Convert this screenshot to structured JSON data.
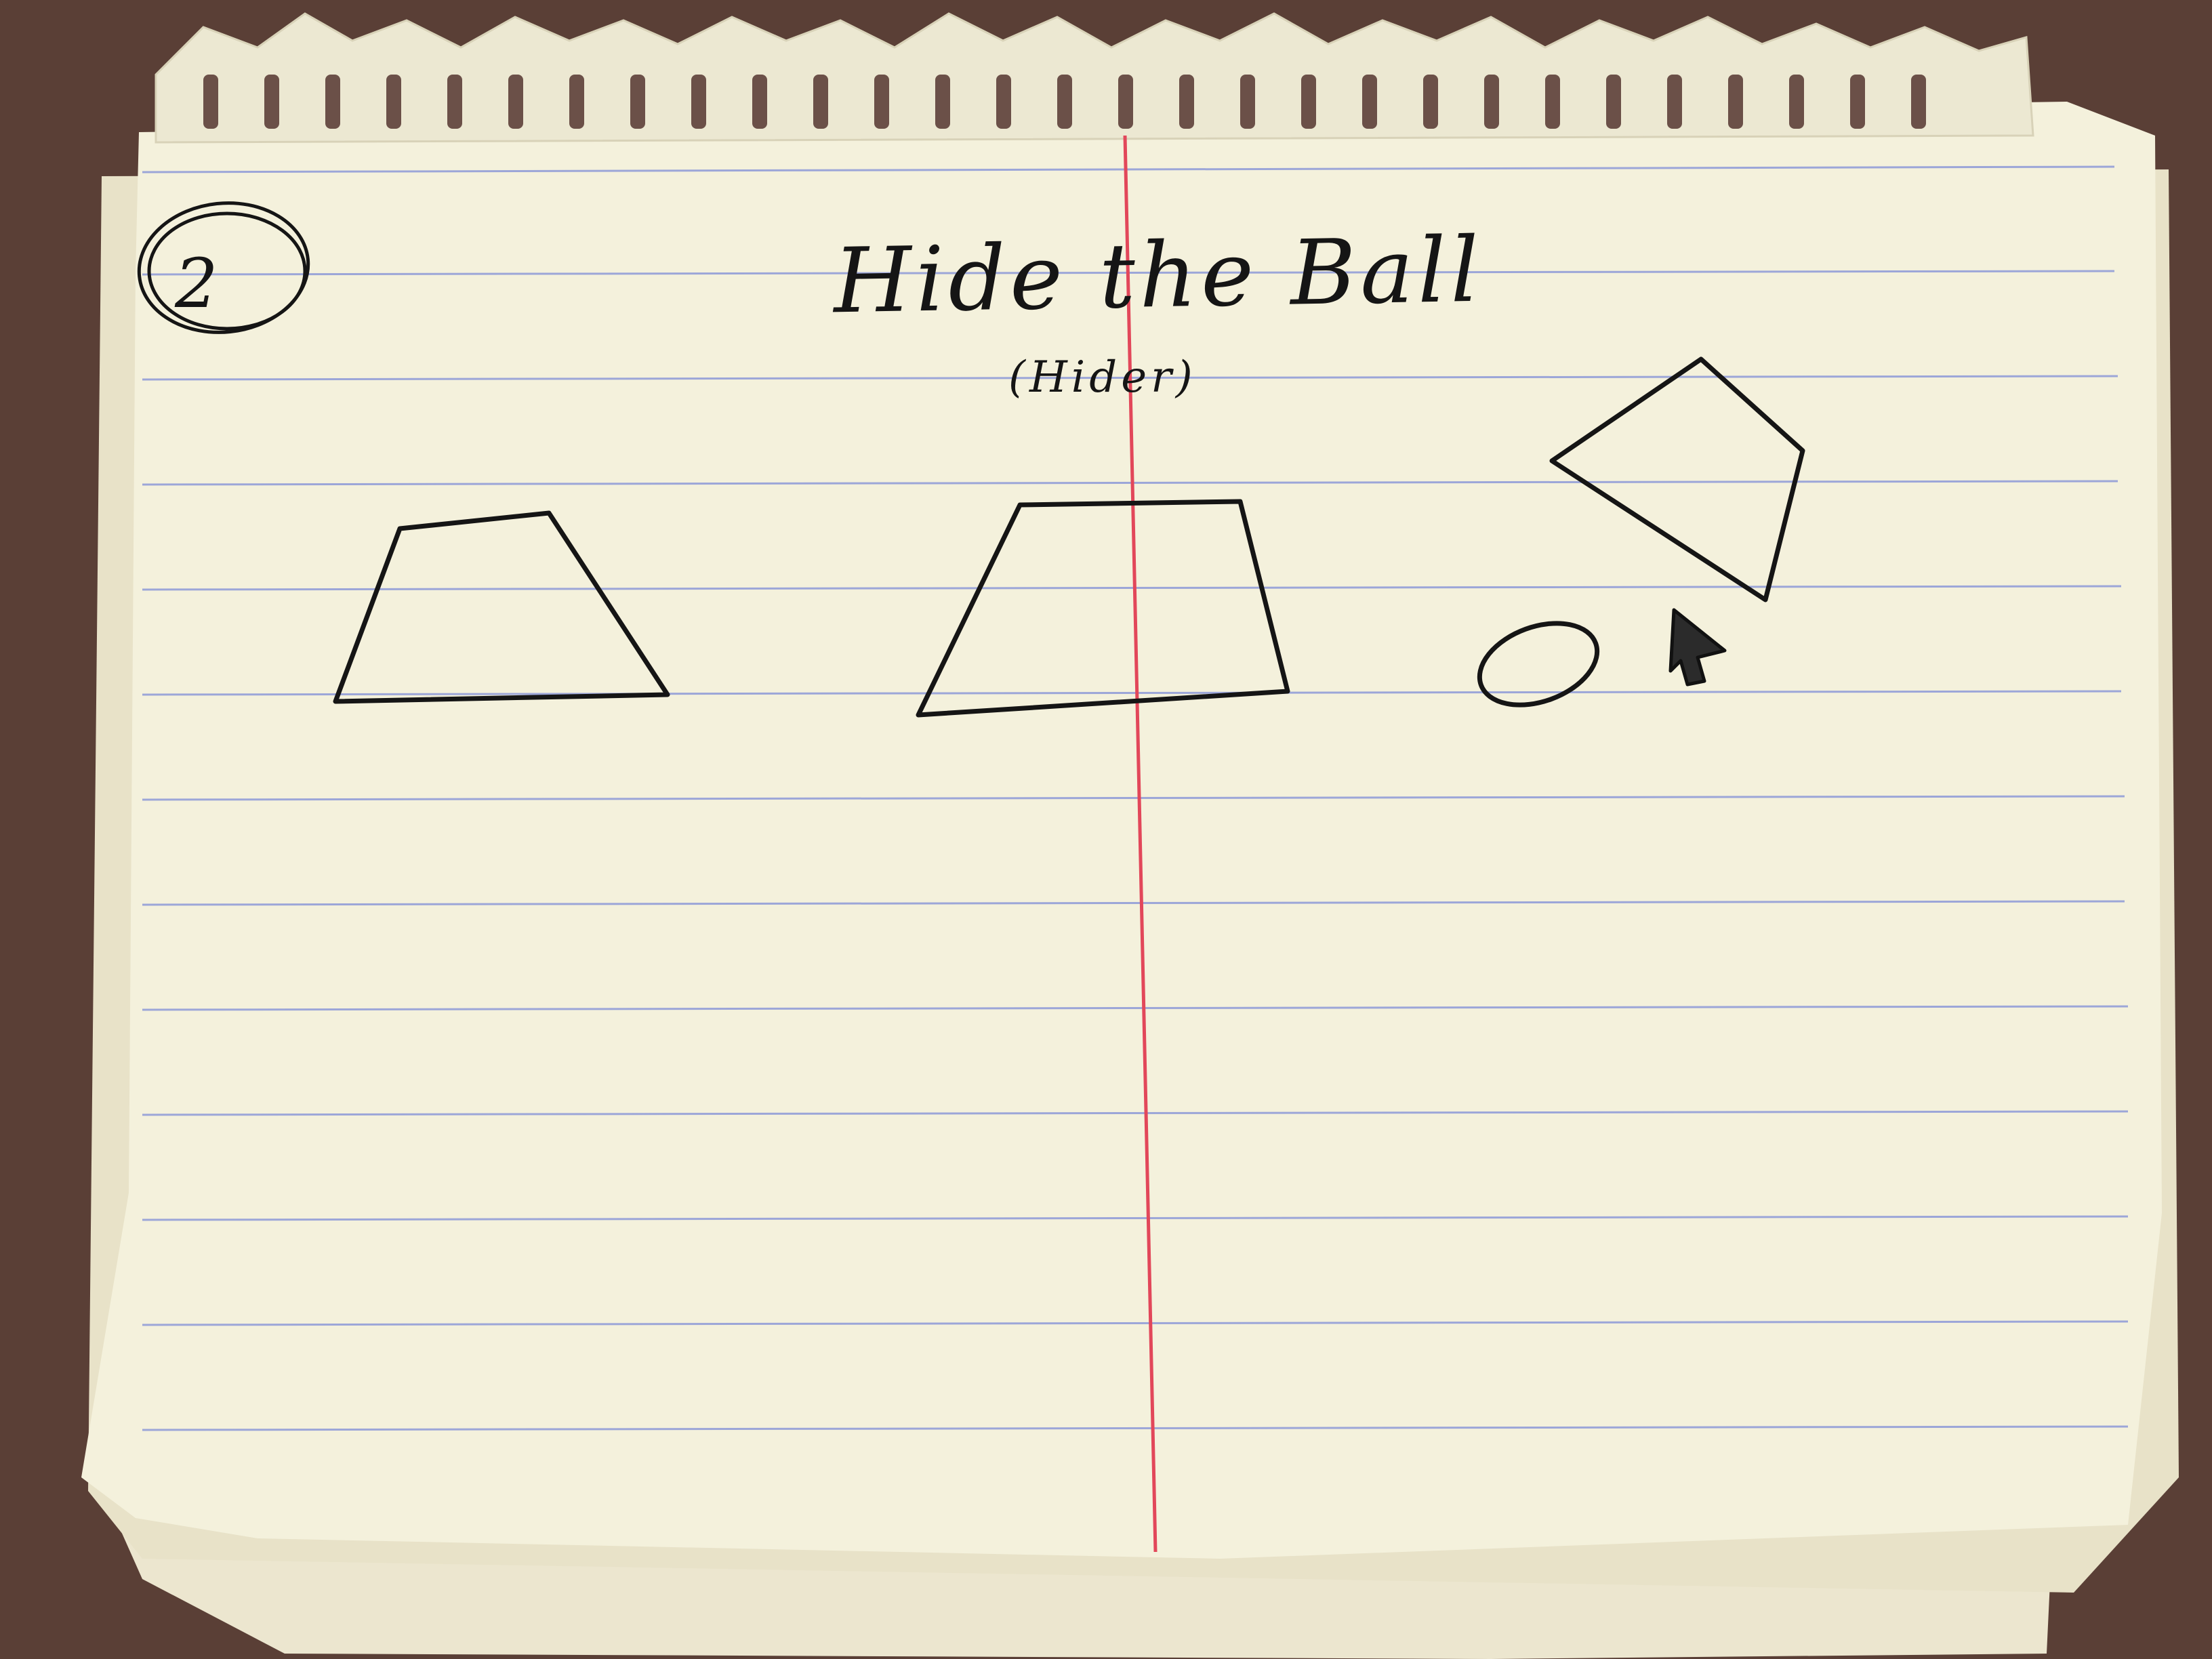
{
  "note": {
    "page_number": "2",
    "title": "Hide the Ball",
    "subtitle": "(Hider)"
  },
  "colors": {
    "desk": "#5a3f36",
    "paper": "#f4f1dc",
    "rule_line": "#7f8fd6",
    "margin_line": "#e2475a",
    "ink": "#151515"
  },
  "sketch": {
    "shapes": [
      "cup-left",
      "cup-middle",
      "cup-lifted",
      "ball",
      "mouse-cursor"
    ]
  }
}
